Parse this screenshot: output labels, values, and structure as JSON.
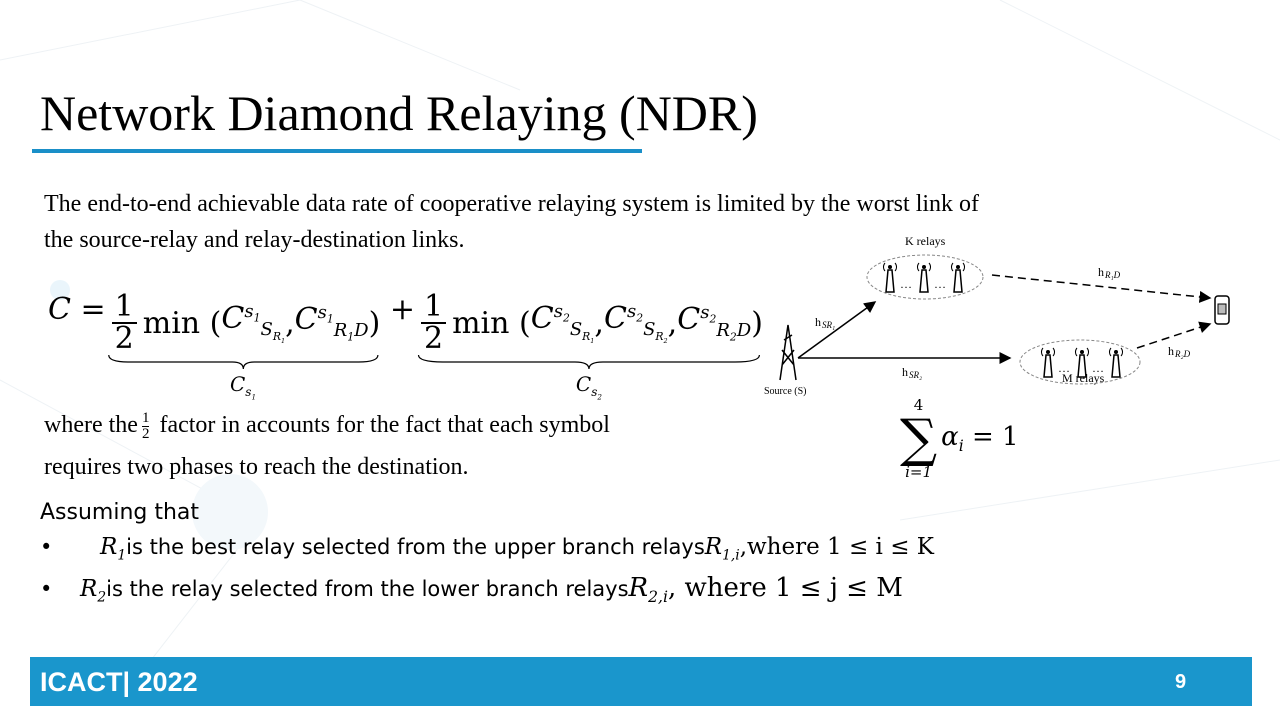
{
  "title": "Network Diamond Relaying (NDR)",
  "intro": [
    "The end-to-end achievable data rate of cooperative relaying system is limited by the worst link of",
    "the source-relay and relay-destination links."
  ],
  "equation": {
    "lhs": "C",
    "eq": "=",
    "one": "1",
    "two": "2",
    "min": "min",
    "plus": "+",
    "t1": "C",
    "s1": "s",
    "n1": "1",
    "under1": "C",
    "under2": "C"
  },
  "where": {
    "pre": "where the",
    "num": "1",
    "den": "2",
    "post": "factor in accounts for the fact that each symbol",
    "line2": "requires two phases to reach the destination."
  },
  "sum": {
    "upper": "4",
    "lower": "i=1",
    "body": "α",
    "sub": "i",
    "rhs": "= 1"
  },
  "diagram": {
    "k_relays": "K relays",
    "m_relays": "M relays",
    "source": "Source (S)",
    "h_sr1": "h",
    "h_sr2": "h",
    "h_r1d": "h",
    "h_r2d": "h"
  },
  "assume": "Assuming that",
  "bullets": [
    {
      "dot": "•",
      "var": "R",
      "varsub": "1",
      "text": " is the best relay selected from the upper branch relays ",
      "set": "R",
      "setsub": "1,i",
      "cond": " ,where 1 ≤ i ≤ K"
    },
    {
      "dot": "•",
      "var": "R",
      "varsub": "2",
      "text": " is the relay selected from the lower branch relays ",
      "set": "R",
      "setsub": "2,i",
      "cond": " , where 1 ≤ j ≤ M"
    }
  ],
  "footer": {
    "brand": "ICACT| 2022",
    "page": "9"
  },
  "colors": {
    "accent": "#1a96cc"
  }
}
